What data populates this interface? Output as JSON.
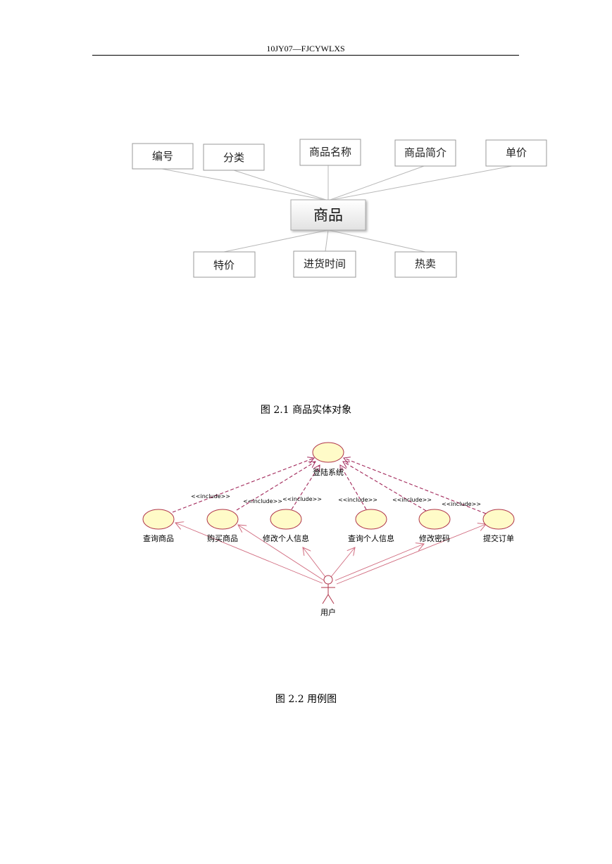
{
  "header": {
    "text": "10JY07—FJCYWLXS"
  },
  "figure1": {
    "entity": "商品",
    "attributes": [
      "编号",
      "分类",
      "商品名称",
      "商品简介",
      "单价",
      "特价",
      "进货时间",
      "热卖"
    ],
    "caption": "图 2.1 商品实体对象"
  },
  "figure2": {
    "system_usecase": "登陆系统",
    "usecases": [
      "查询商品",
      "购买商品",
      "修改个人信息",
      "查询个人信息",
      "修改密码",
      "提交订单"
    ],
    "include_label": "<<include>>",
    "actor": "用户",
    "caption": "图 2.2 用例图",
    "colors": {
      "usecase_fill": "#fffbc8",
      "usecase_stroke": "#b0354a",
      "relation_stroke": "#a2285a",
      "assoc_stroke": "#d06a7e"
    }
  }
}
